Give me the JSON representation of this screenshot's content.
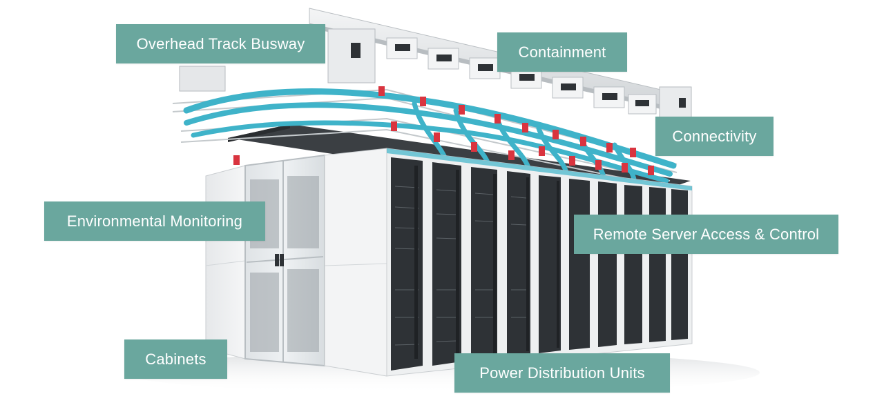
{
  "labels": {
    "overhead_track_busway": "Overhead Track Busway",
    "containment": "Containment",
    "connectivity": "Connectivity",
    "environmental_monitoring": "Environmental Monitoring",
    "remote_server_access": "Remote Server Access & Control",
    "cabinets": "Cabinets",
    "power_distribution_units": "Power Distribution Units"
  },
  "colors": {
    "label_bg": "#6aa79e",
    "label_text": "#ffffff",
    "cable_blue": "#3fb3c9",
    "connector_red": "#d9343f",
    "cabinet_white": "#eef0f1",
    "server_dark": "#2e3236"
  }
}
